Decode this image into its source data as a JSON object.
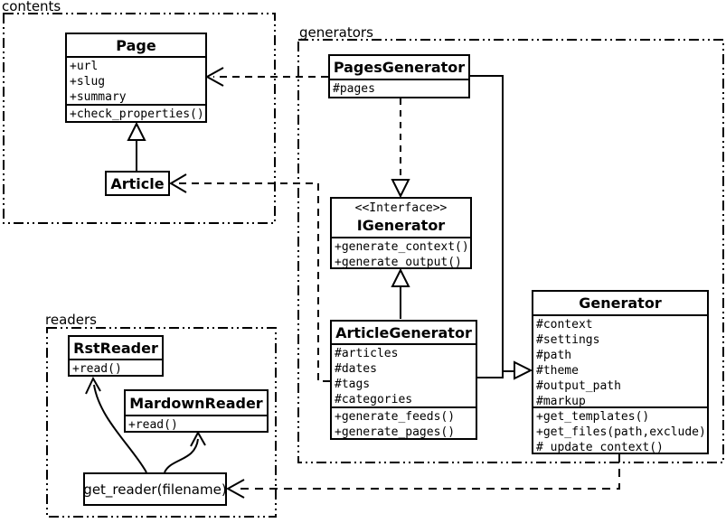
{
  "packages": {
    "contents": {
      "label": "contents"
    },
    "generators": {
      "label": "generators"
    },
    "readers": {
      "label": "readers"
    }
  },
  "classes": {
    "page": {
      "name": "Page",
      "attrs": [
        "+url",
        "+slug",
        "+summary"
      ],
      "methods": [
        "+check_properties()"
      ]
    },
    "article": {
      "name": "Article"
    },
    "pages_generator": {
      "name": "PagesGenerator",
      "attrs": [
        "#pages"
      ]
    },
    "igenerator": {
      "stereotype": "<<Interface>>",
      "name": "IGenerator",
      "methods": [
        "+generate_context()",
        "+generate_output()"
      ]
    },
    "article_generator": {
      "name": "ArticleGenerator",
      "attrs": [
        "#articles",
        "#dates",
        "#tags",
        "#categories"
      ],
      "methods": [
        "+generate_feeds()",
        "+generate_pages()"
      ]
    },
    "generator": {
      "name": "Generator",
      "attrs": [
        "#context",
        "#settings",
        "#path",
        "#theme",
        "#output_path",
        "#markup"
      ],
      "methods": [
        "+get_templates()",
        "+get_files(path,exclude)",
        "#_update_context()"
      ]
    },
    "rst_reader": {
      "name": "RstReader",
      "methods": [
        "+read()"
      ]
    },
    "mardown_reader": {
      "name": "MardownReader",
      "methods": [
        "+read()"
      ]
    },
    "get_reader": {
      "label": "get_reader(filename)"
    }
  },
  "colors": {
    "line": "#000000",
    "background": "#ffffff"
  }
}
